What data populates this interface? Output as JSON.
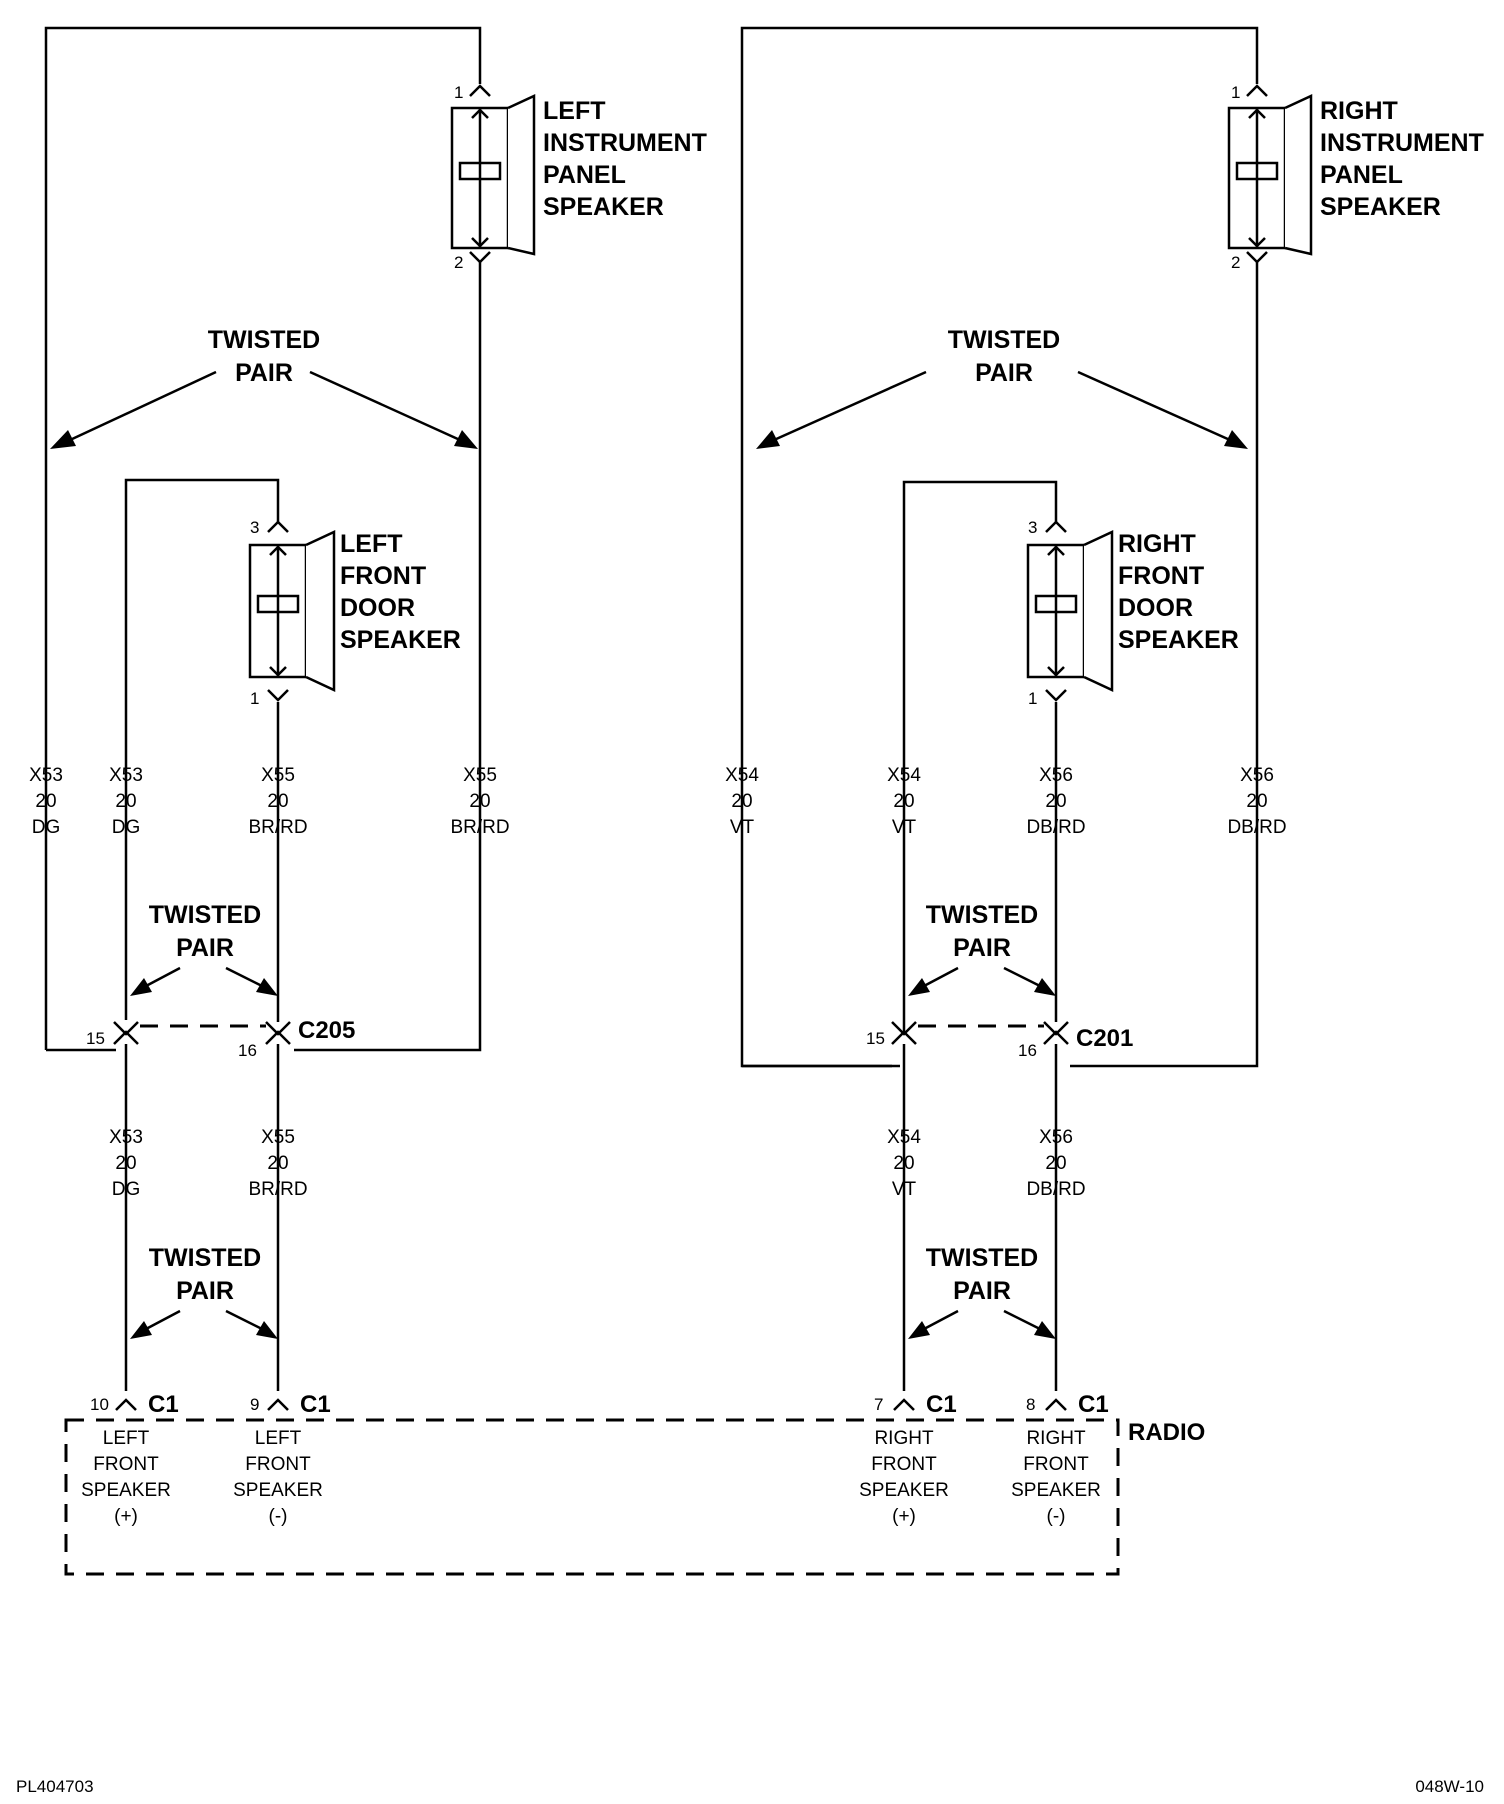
{
  "speakers": {
    "left_ip": [
      "LEFT",
      "INSTRUMENT",
      "PANEL",
      "SPEAKER"
    ],
    "right_ip": [
      "RIGHT",
      "INSTRUMENT",
      "PANEL",
      "SPEAKER"
    ],
    "left_door": [
      "LEFT",
      "FRONT",
      "DOOR",
      "SPEAKER"
    ],
    "right_door": [
      "RIGHT",
      "FRONT",
      "DOOR",
      "SPEAKER"
    ]
  },
  "pins": {
    "p1": "1",
    "p2": "2",
    "p3": "3",
    "p7": "7",
    "p8": "8",
    "p9": "9",
    "p10": "10",
    "p15": "15",
    "p16": "16"
  },
  "twisted_pair": {
    "line1": "TWISTED",
    "line2": "PAIR"
  },
  "wires": {
    "x53": {
      "circuit": "X53",
      "gauge": "20",
      "color": "DG"
    },
    "x54": {
      "circuit": "X54",
      "gauge": "20",
      "color": "VT"
    },
    "x55": {
      "circuit": "X55",
      "gauge": "20",
      "color": "BR/RD"
    },
    "x56": {
      "circuit": "X56",
      "gauge": "20",
      "color": "DB/RD"
    }
  },
  "connectors": {
    "c205": "C205",
    "c201": "C201",
    "c1": "C1"
  },
  "radio": {
    "label": "RADIO",
    "left_plus": [
      "LEFT",
      "FRONT",
      "SPEAKER",
      "(+)"
    ],
    "left_minus": [
      "LEFT",
      "FRONT",
      "SPEAKER",
      "(-)"
    ],
    "right_plus": [
      "RIGHT",
      "FRONT",
      "SPEAKER",
      "(+)"
    ],
    "right_minus": [
      "RIGHT",
      "FRONT",
      "SPEAKER",
      "(-)"
    ]
  },
  "footer": {
    "left_code": "PL404703",
    "right_code": "048W-10"
  }
}
